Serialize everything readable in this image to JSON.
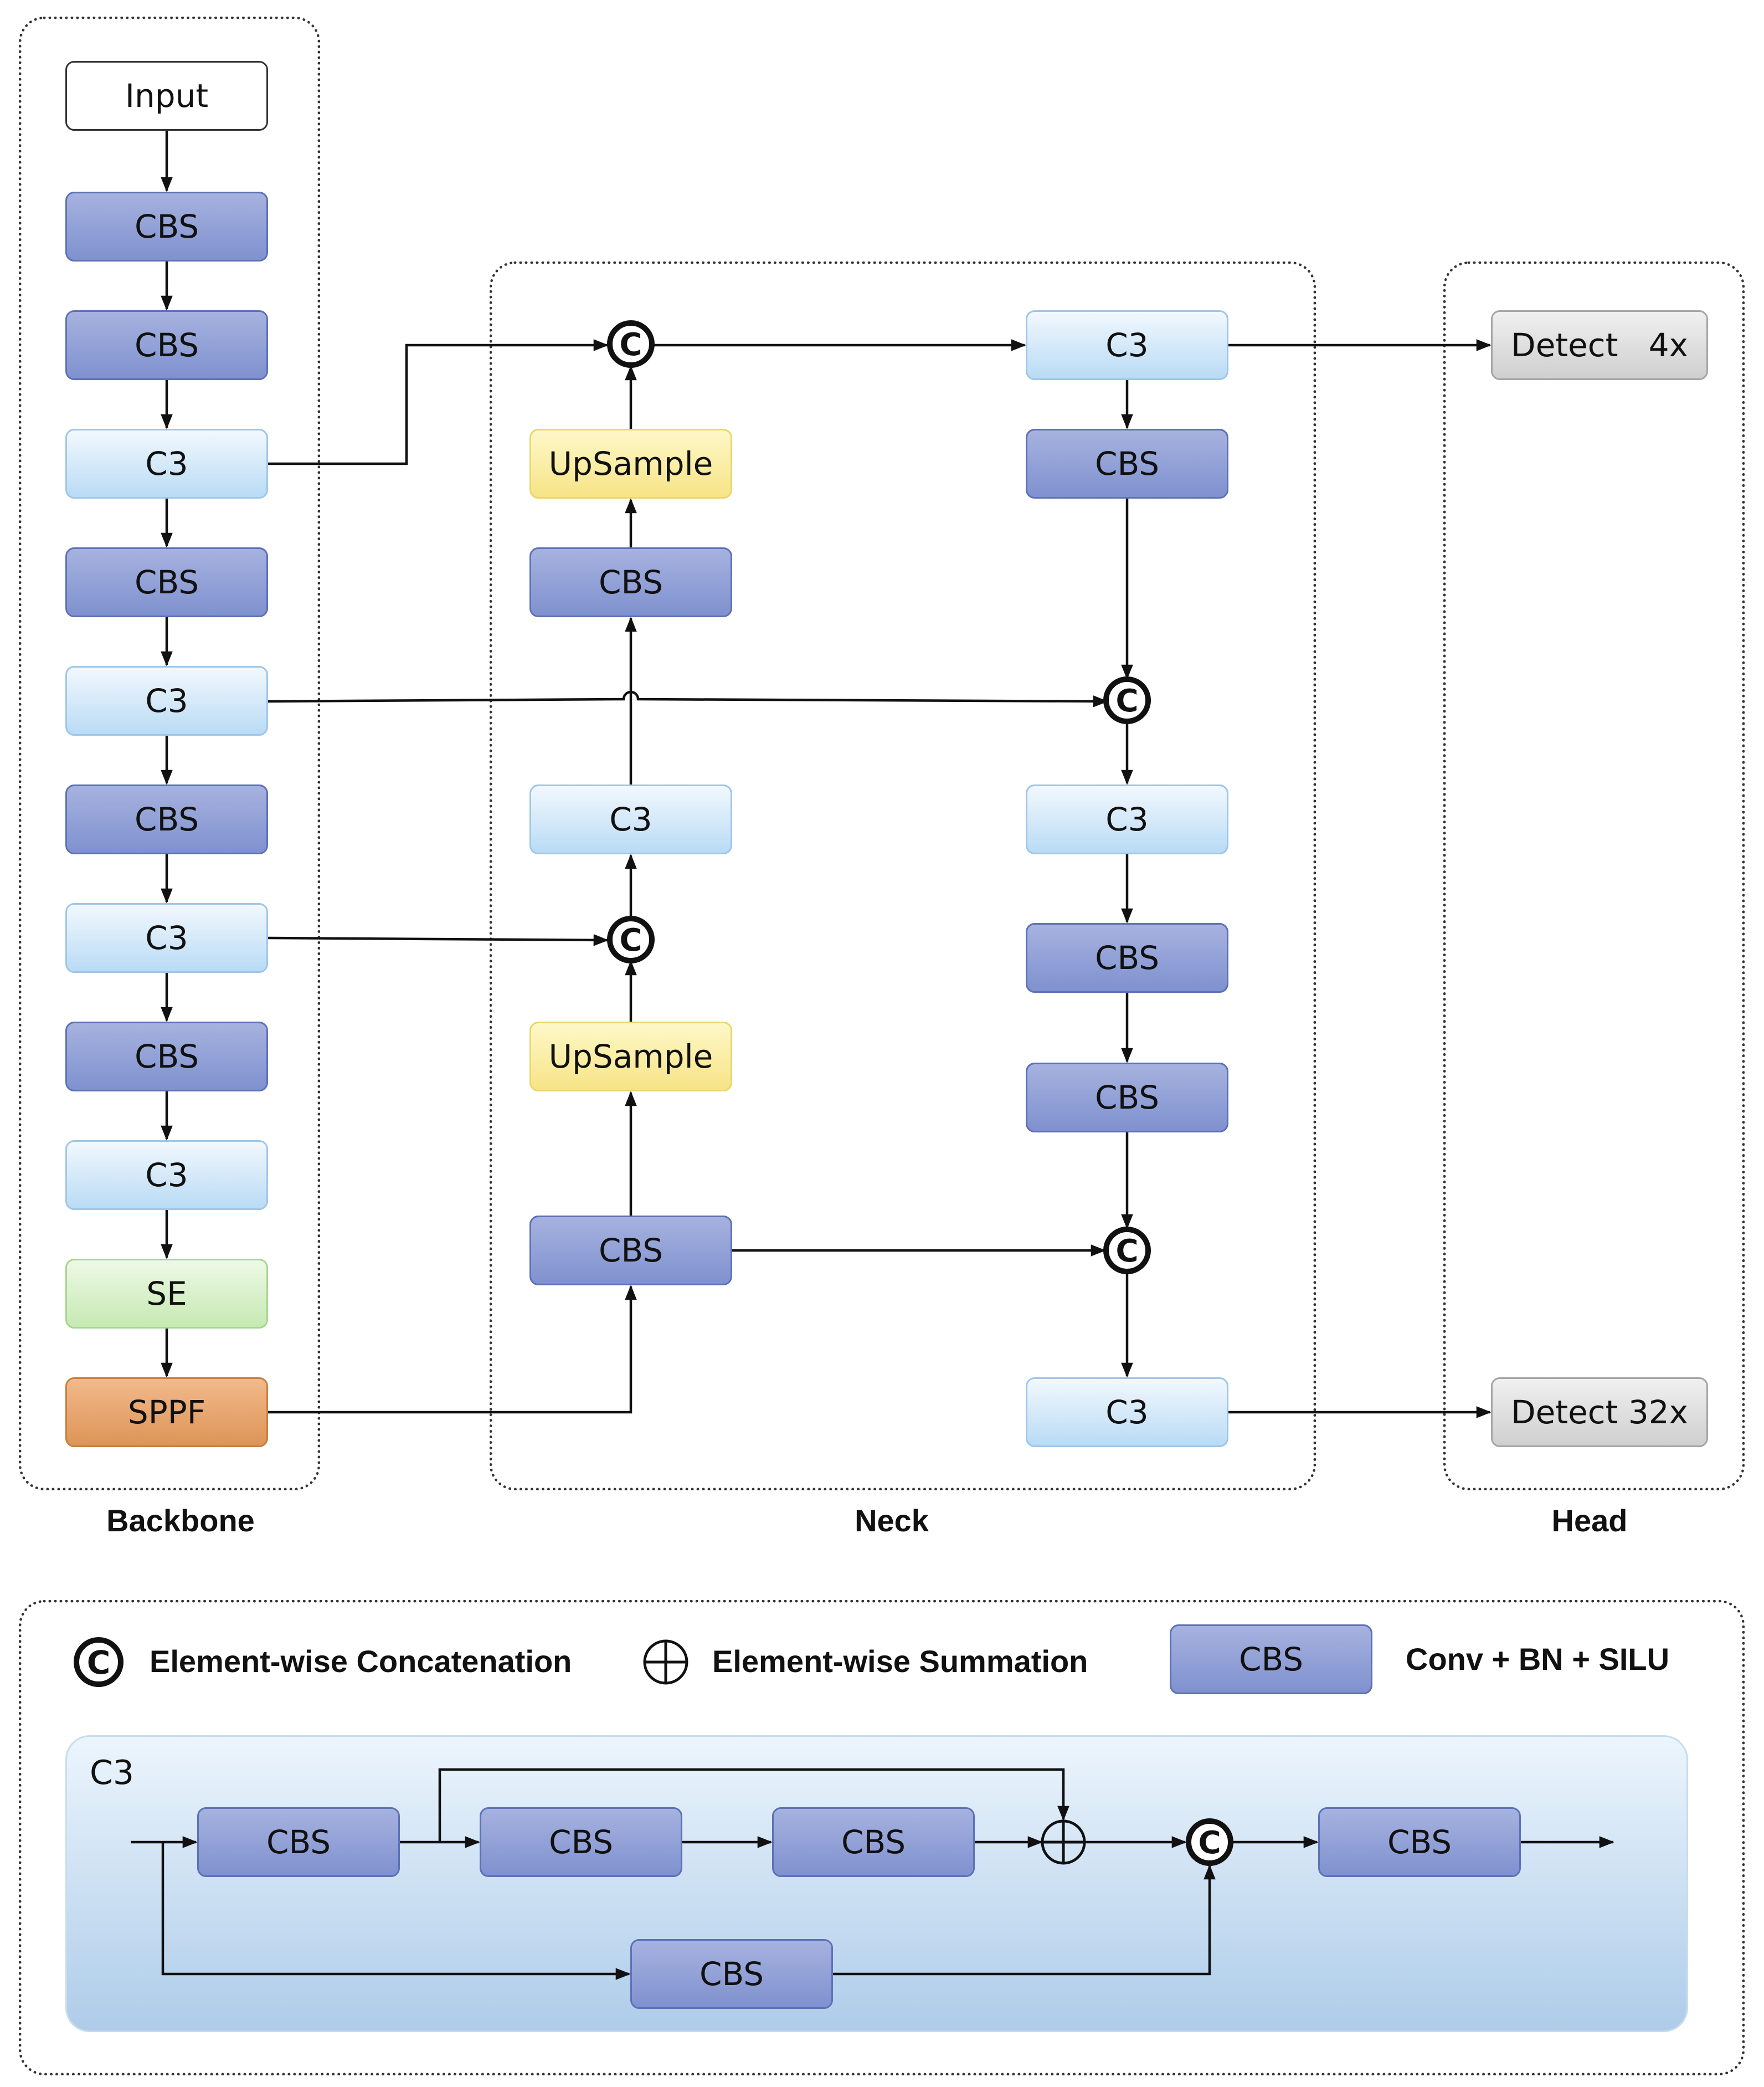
{
  "backbone": {
    "label": "Backbone",
    "input": "Input",
    "blocks": [
      "CBS",
      "CBS",
      "C3",
      "CBS",
      "C3",
      "CBS",
      "C3",
      "CBS",
      "C3",
      "SE",
      "SPPF"
    ]
  },
  "neck": {
    "label": "Neck",
    "left_column": [
      "UpSample",
      "CBS",
      "C3",
      "UpSample",
      "CBS"
    ],
    "right_column": [
      "C3",
      "CBS",
      "C3",
      "CBS",
      "CBS",
      "C3"
    ],
    "concat_symbol": "C"
  },
  "head": {
    "label": "Head",
    "outputs": [
      "Detect   4x",
      "Detect 32x"
    ]
  },
  "legend": {
    "concat_label": "Element-wise Concatenation",
    "sum_label": "Element-wise Summation",
    "cbs_box": "CBS",
    "cbs_meaning": "Conv + BN + SILU",
    "concat_symbol": "C"
  },
  "c3_module": {
    "title": "C3",
    "blocks": [
      "CBS",
      "CBS",
      "CBS",
      "CBS",
      "CBS"
    ],
    "concat_symbol": "C"
  },
  "colors": {
    "cbs": "#8e9fd6",
    "c3": "#d4e8f9",
    "upsample": "#f9eaa0",
    "se": "#d6f0c9",
    "sppf": "#e5a26d",
    "detect": "#dedede"
  }
}
